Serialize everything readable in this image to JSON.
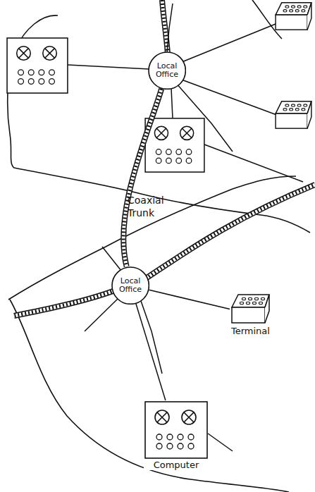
{
  "diagram": {
    "nodes": [
      {
        "text": [
          "Local Office"
        ]
      },
      {
        "text": [
          "Local Office"
        ]
      },
      {
        "text": [
          "Terminal"
        ]
      },
      {
        "text": [
          "Computer"
        ]
      }
    ],
    "edges": [
      {
        "from": 0,
        "to": 1,
        "label": "Coaxial Trunk",
        "arrow": "none"
      },
      {
        "from": 1,
        "to": 2,
        "arrow": "none"
      },
      {
        "from": 1,
        "to": 3,
        "arrow": "none"
      }
    ]
  }
}
